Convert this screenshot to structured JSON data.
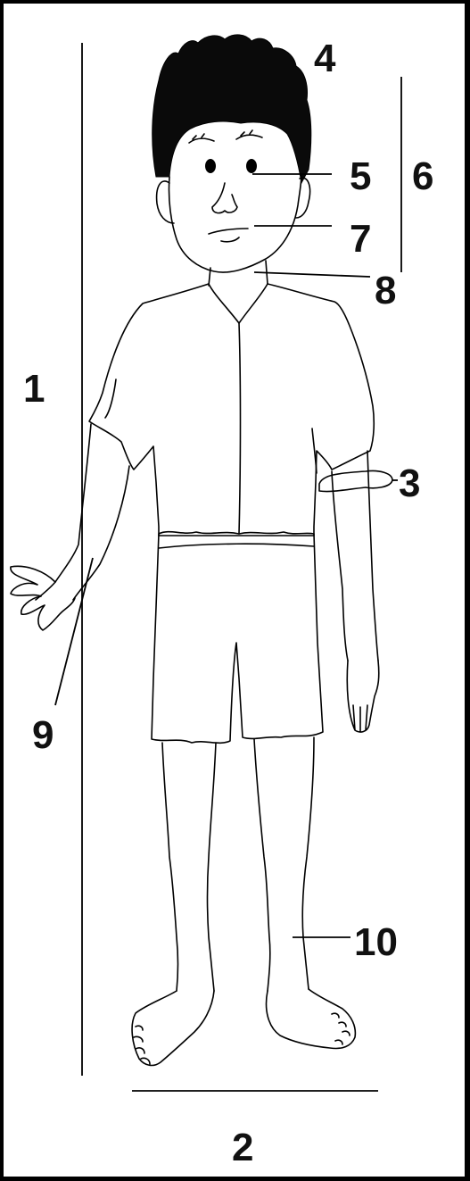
{
  "labels": {
    "l1": "1",
    "l2": "2",
    "l3": "3",
    "l4": "4",
    "l5": "5",
    "l6": "6",
    "l7": "7",
    "l8": "8",
    "l9": "9",
    "l10": "10"
  },
  "colors": {
    "border": "#000000",
    "ink": "#000000",
    "background": "#ffffff"
  }
}
